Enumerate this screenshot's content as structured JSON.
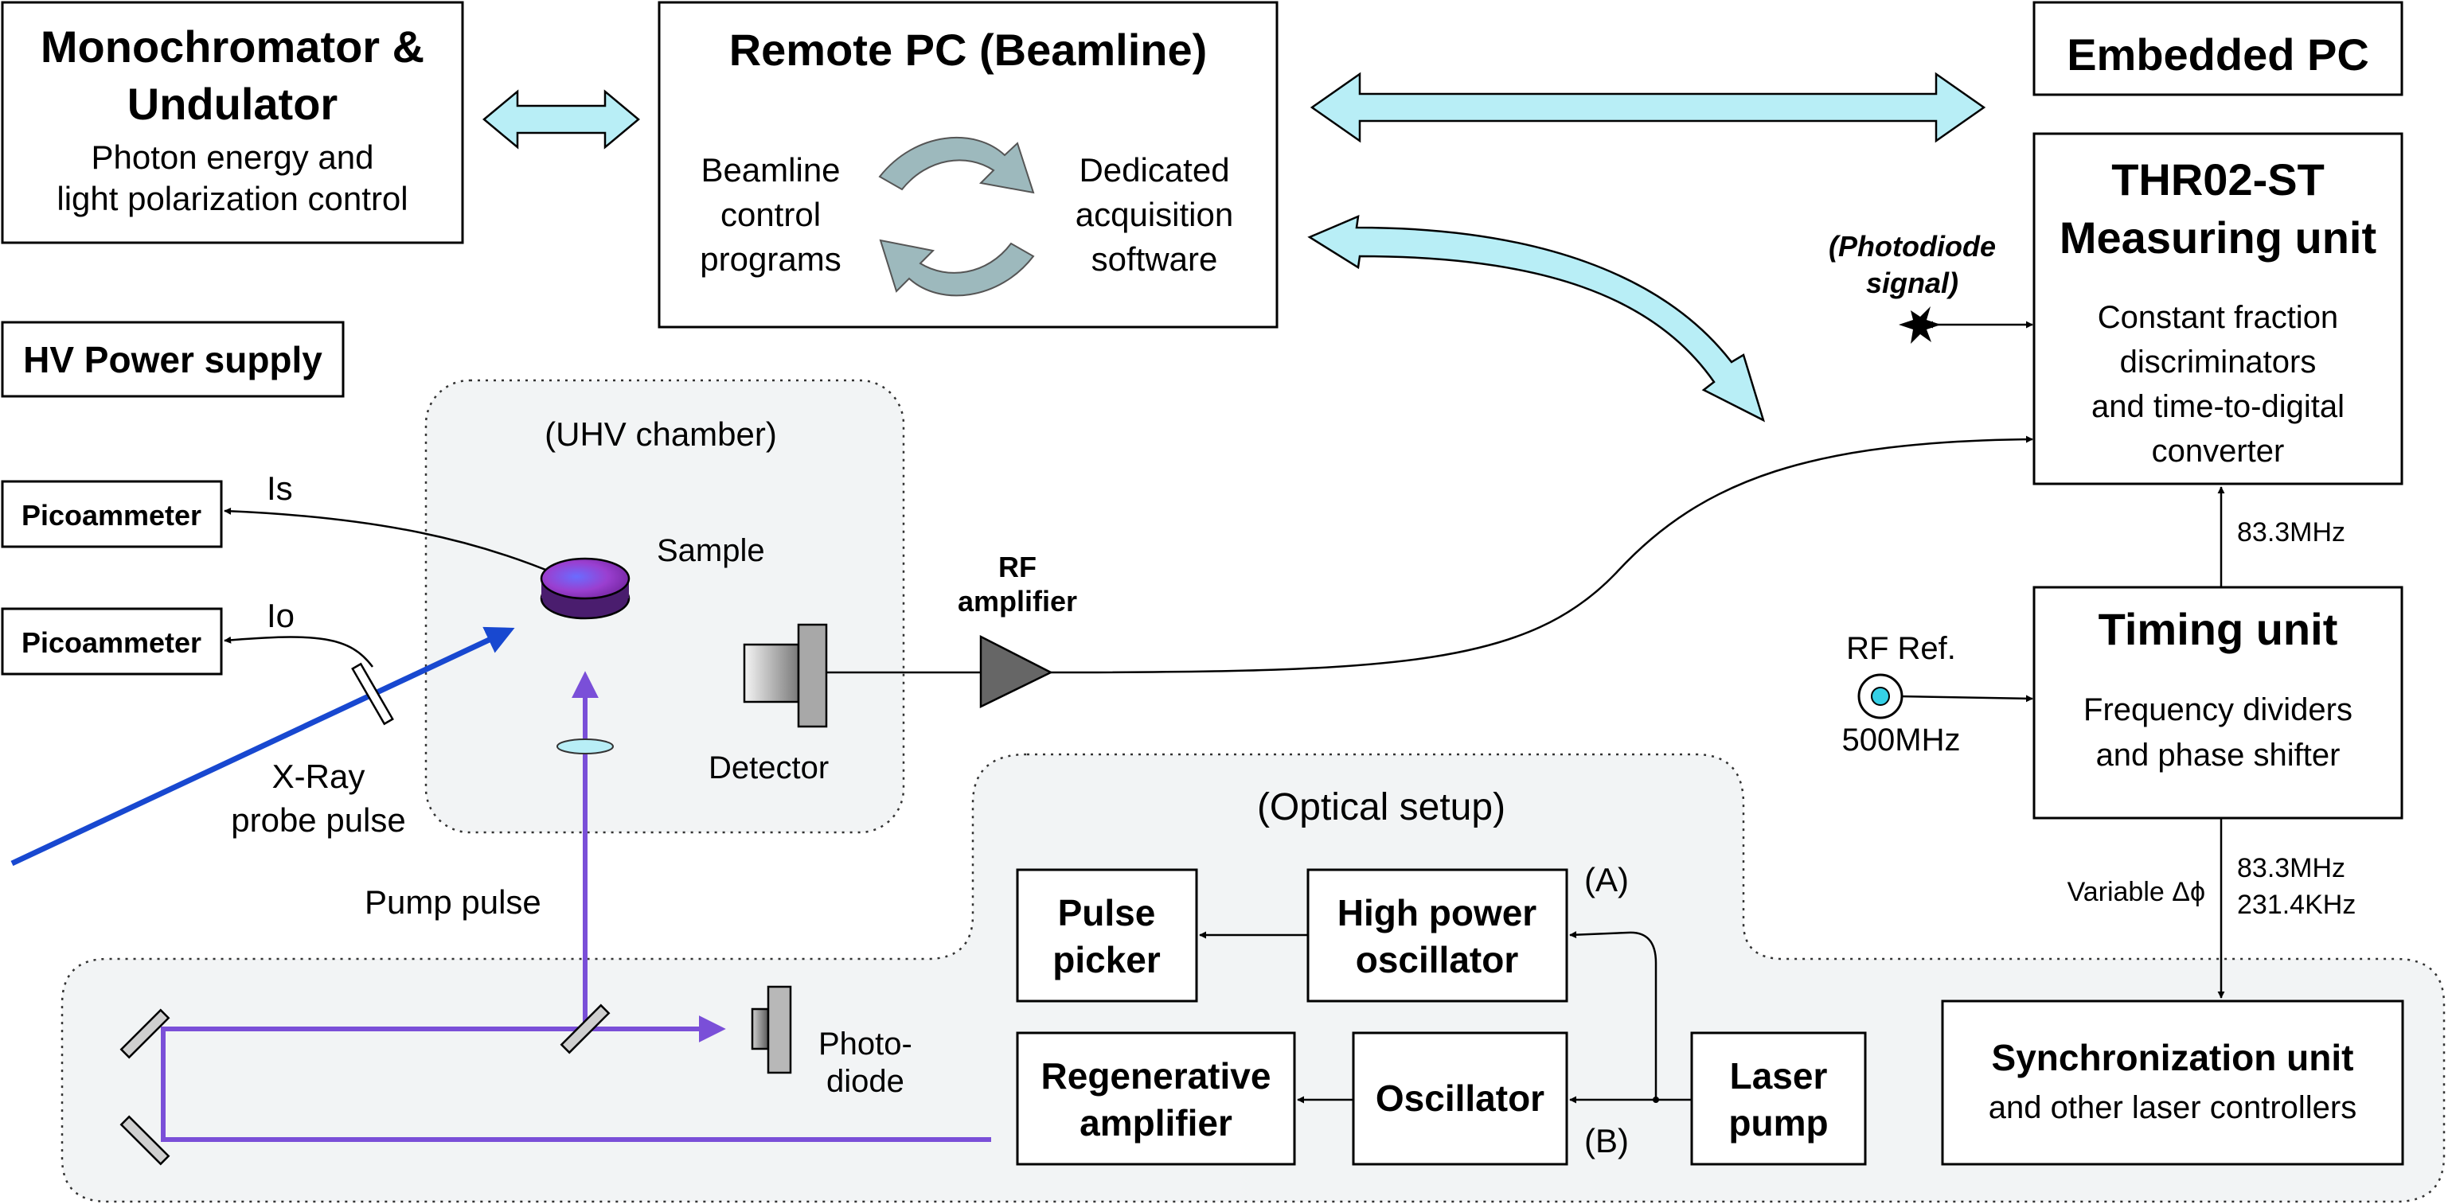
{
  "blocks": {
    "monochromator": {
      "title1": "Monochromator &",
      "title2": "Undulator",
      "line1": "Photon energy and",
      "line2": "light polarization control"
    },
    "remote_pc": {
      "title": "Remote PC (Beamline)",
      "left1": "Beamline",
      "left2": "control",
      "left3": "programs",
      "right1": "Dedicated",
      "right2": "acquisition",
      "right3": "software"
    },
    "embedded_pc": {
      "title": "Embedded PC"
    },
    "thr02": {
      "title1": "THR02-ST",
      "title2": "Measuring unit",
      "line1": "Constant fraction",
      "line2": "discriminators",
      "line3": "and time-to-digital",
      "line4": "converter"
    },
    "hv_supply": {
      "title": "HV Power supply"
    },
    "timing": {
      "title": "Timing unit",
      "line1": "Frequency dividers",
      "line2": "and phase shifter"
    },
    "sync": {
      "title": "Synchronization unit",
      "line1": "and other laser controllers"
    },
    "picoammeter_s": {
      "title": "Picoammeter"
    },
    "picoammeter_o": {
      "title": "Picoammeter"
    },
    "pulse_picker": {
      "line1": "Pulse",
      "line2": "picker"
    },
    "high_power_osc": {
      "line1": "High power",
      "line2": "oscillator"
    },
    "regen_amp": {
      "line1": "Regenerative",
      "line2": "amplifier"
    },
    "oscillator": {
      "title": "Oscillator"
    },
    "laser_pump": {
      "line1": "Laser",
      "line2": "pump"
    }
  },
  "labels": {
    "uhv_chamber": "(UHV chamber)",
    "optical_setup": "(Optical setup)",
    "photodiode_signal1": "(Photodiode",
    "photodiode_signal2": "signal)",
    "is": "Is",
    "io": "Io",
    "sample": "Sample",
    "detector": "Detector",
    "rf_amp1": "RF",
    "rf_amp2": "amplifier",
    "xray1": "X-Ray",
    "xray2": "probe pulse",
    "pump_pulse": "Pump pulse",
    "photodiode1": "Photo-",
    "photodiode2": "diode",
    "rf_ref": "RF Ref.",
    "rf_freq": "500MHz",
    "freq_top": "83.3MHz",
    "freq_bot1": "83.3MHz",
    "freq_bot2": "231.4KHz",
    "variable_phase": "Variable Δϕ",
    "path_a": "(A)",
    "path_b": "(B)"
  },
  "colors": {
    "cyan_arrow": "#b8eef6",
    "laser": "#7a4fd8",
    "xray": "#1848d0",
    "chamber_fill": "#f2f4f5",
    "recycle_arrow": "#9db9bd"
  }
}
